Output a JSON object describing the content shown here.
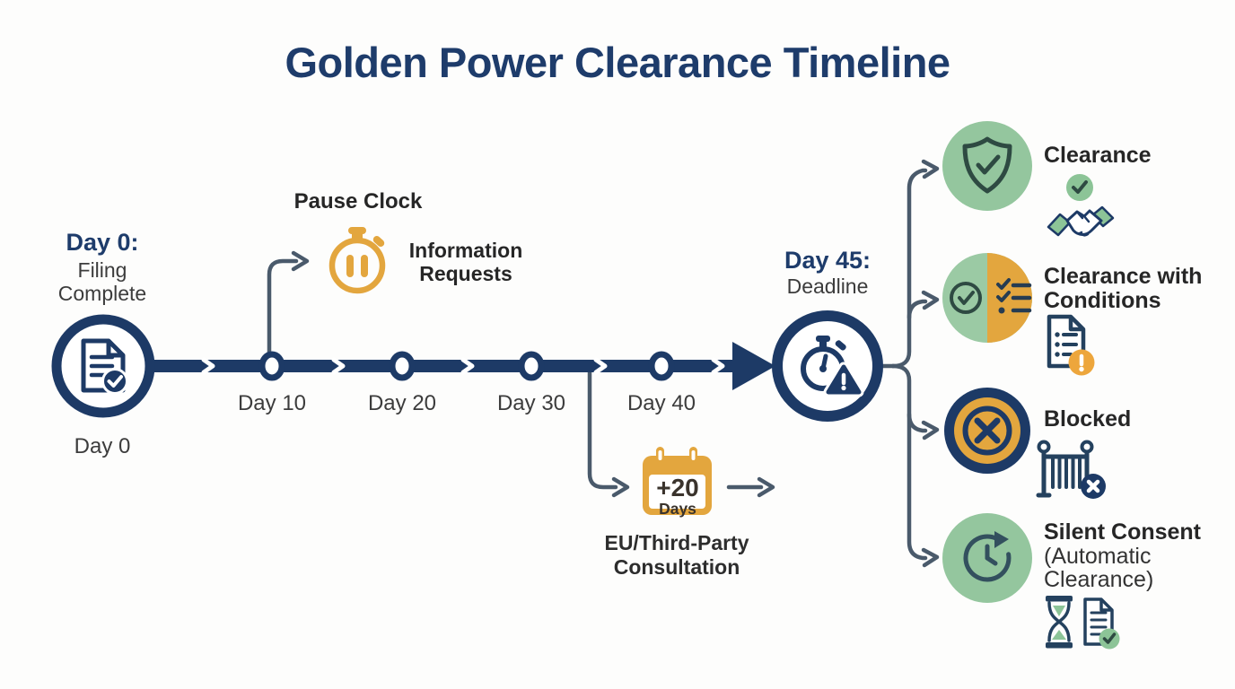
{
  "title": "Golden Power Clearance Timeline",
  "start": {
    "heading": "Day 0:",
    "desc_line1": "Filing",
    "desc_line2": "Complete",
    "below_label": "Day 0",
    "icon": "document-check-icon"
  },
  "pause": {
    "heading": "Pause Clock",
    "label_line1": "Information",
    "label_line2": "Requests",
    "icon": "stopwatch-pause-icon"
  },
  "markers": [
    "Day 10",
    "Day 20",
    "Day 30",
    "Day 40"
  ],
  "deadline": {
    "heading": "Day 45:",
    "sub": "Deadline",
    "icon": "stopwatch-alert-icon"
  },
  "consultation": {
    "badge_top": "+20",
    "badge_bottom": "Days",
    "label_line1": "EU/Third-Party",
    "label_line2": "Consultation",
    "icon": "calendar-icon"
  },
  "outcomes": {
    "clearance": {
      "title": "Clearance",
      "icon": "shield-check-icon",
      "sub_icons": [
        "check-circle-icon",
        "handshake-icon"
      ]
    },
    "conditions": {
      "title_line1": "Clearance with",
      "title_line2": "Conditions",
      "icon": "check-checklist-split-icon",
      "sub_icons": [
        "document-alert-icon"
      ]
    },
    "blocked": {
      "title": "Blocked",
      "icon": "circle-x-icon",
      "sub_icons": [
        "barrier-x-icon"
      ]
    },
    "silent": {
      "title_line1": "Silent Consent",
      "title_line2": "(Automatic",
      "title_line3": "Clearance)",
      "icon": "clock-refresh-icon",
      "sub_icons": [
        "hourglass-icon",
        "document-check-icon"
      ]
    }
  },
  "colors": {
    "navy": "#1d3a66",
    "slate_connector": "#4a5a6b",
    "gold": "#e3a63e",
    "soft_green": "#94c69e",
    "dark_green": "#2e4a42",
    "text_dark": "#262626",
    "text_gray": "#3c3c3c"
  }
}
